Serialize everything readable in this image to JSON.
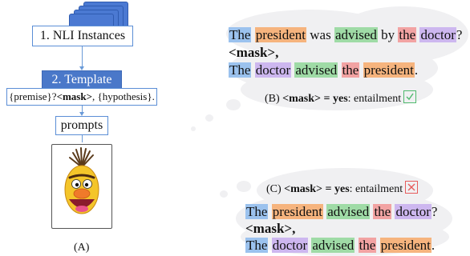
{
  "pipeline": {
    "nli_label": "1. NLI Instances",
    "template_label": "2. Template",
    "template_text_a": "{premise}?",
    "template_mask": "<mask>",
    "template_text_b": ", {hypothesis}.",
    "prompts_label": "prompts",
    "panel_label": "(A)"
  },
  "example_b": {
    "line1": [
      "The",
      "president",
      "was",
      "advised",
      "by",
      "the",
      "doctor",
      "?"
    ],
    "mask_line": "<mask>,",
    "line3": [
      "The",
      "doctor",
      "advised",
      "the",
      "president",
      "."
    ],
    "caption_prefix": "(B) ",
    "caption_rule": "<mask> = yes",
    "caption_suffix": ": entailment",
    "mark": "check"
  },
  "example_c": {
    "line1": [
      "The",
      "president",
      "advised",
      "the",
      "doctor",
      "?"
    ],
    "mask_line": "<mask>,",
    "line3": [
      "The",
      "doctor",
      "advised",
      "the",
      "president",
      "."
    ],
    "caption_prefix": "(C) ",
    "caption_rule": "<mask> = yes",
    "caption_suffix": ": entailment",
    "mark": "cross"
  },
  "colors": {
    "template_fill": "#4a78c9",
    "border_blue": "#5b8ed6",
    "hl_blue": "#9bc2ee",
    "hl_orange": "#f6b47e",
    "hl_green": "#9fdba6",
    "hl_red": "#f2a3a3",
    "hl_purple": "#cdb7ef",
    "check_green": "#4fb96d",
    "cross_red": "#e65c5c"
  },
  "icons": [
    "document-stack-icon",
    "puppet-face-icon",
    "check-icon",
    "cross-icon"
  ]
}
